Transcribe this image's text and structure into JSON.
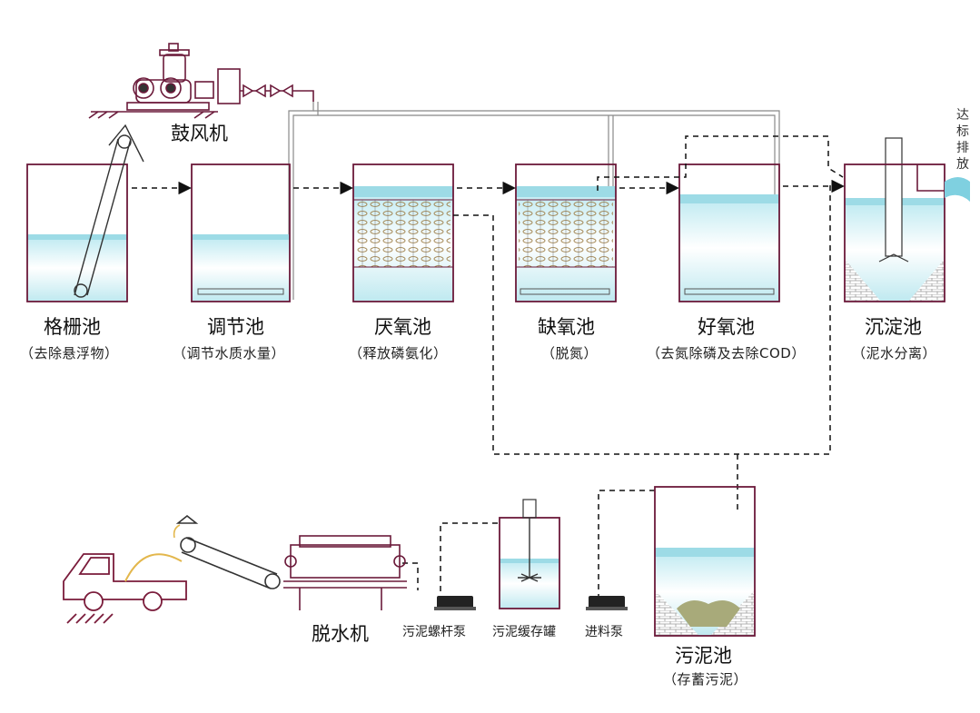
{
  "colors": {
    "tank_outline": "#6b1a3a",
    "water": "#cfeff4",
    "water_dark": "#8fd9e6",
    "pipe": "#222222",
    "air_pipe": "#777777",
    "brick": "#9a9a9a",
    "sludge": "#a8aa7a",
    "truck_outline": "#7a1b3a",
    "load_arc": "#e3b74c"
  },
  "tanks": [
    {
      "name": "格栅池",
      "desc": "（去除悬浮物）"
    },
    {
      "name": "调节池",
      "desc": "（调节水质水量）"
    },
    {
      "name": "厌氧池",
      "desc": "（释放磷氨化）"
    },
    {
      "name": "缺氧池",
      "desc": "（脱氮）"
    },
    {
      "name": "好氧池",
      "desc": "（去氮除磷及去除COD）"
    },
    {
      "name": "沉淀池",
      "desc": "（泥水分离）"
    }
  ],
  "blower": {
    "name": "鼓风机"
  },
  "discharge": {
    "label": "达标排放"
  },
  "sludge_tank": {
    "name": "污泥池",
    "desc": "（存蓄污泥）"
  },
  "equipment": {
    "dewater": "脱水机",
    "screw_pump": "污泥螺杆泵",
    "buffer_tank": "污泥缓存罐",
    "feed_pump": "进料泵"
  }
}
